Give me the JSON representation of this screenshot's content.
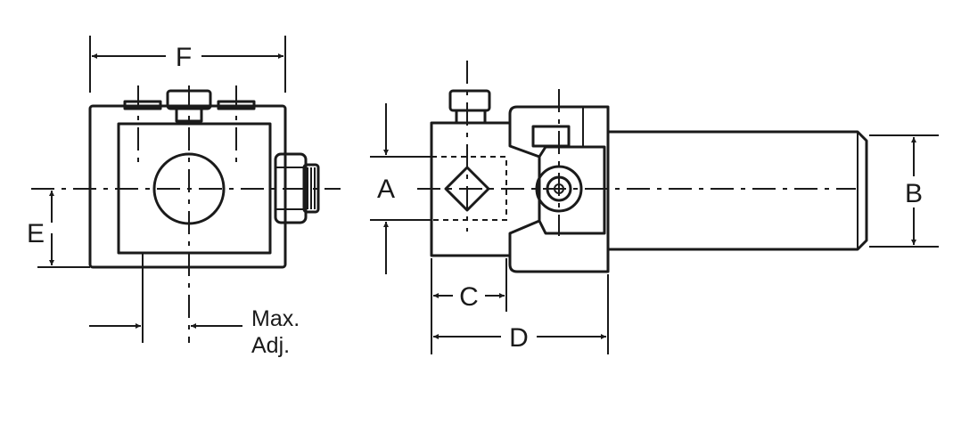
{
  "labels": {
    "F": "F",
    "E": "E",
    "A": "A",
    "B": "B",
    "C": "C",
    "D": "D",
    "max_adj_line1": "Max.",
    "max_adj_line2": "Adj."
  }
}
